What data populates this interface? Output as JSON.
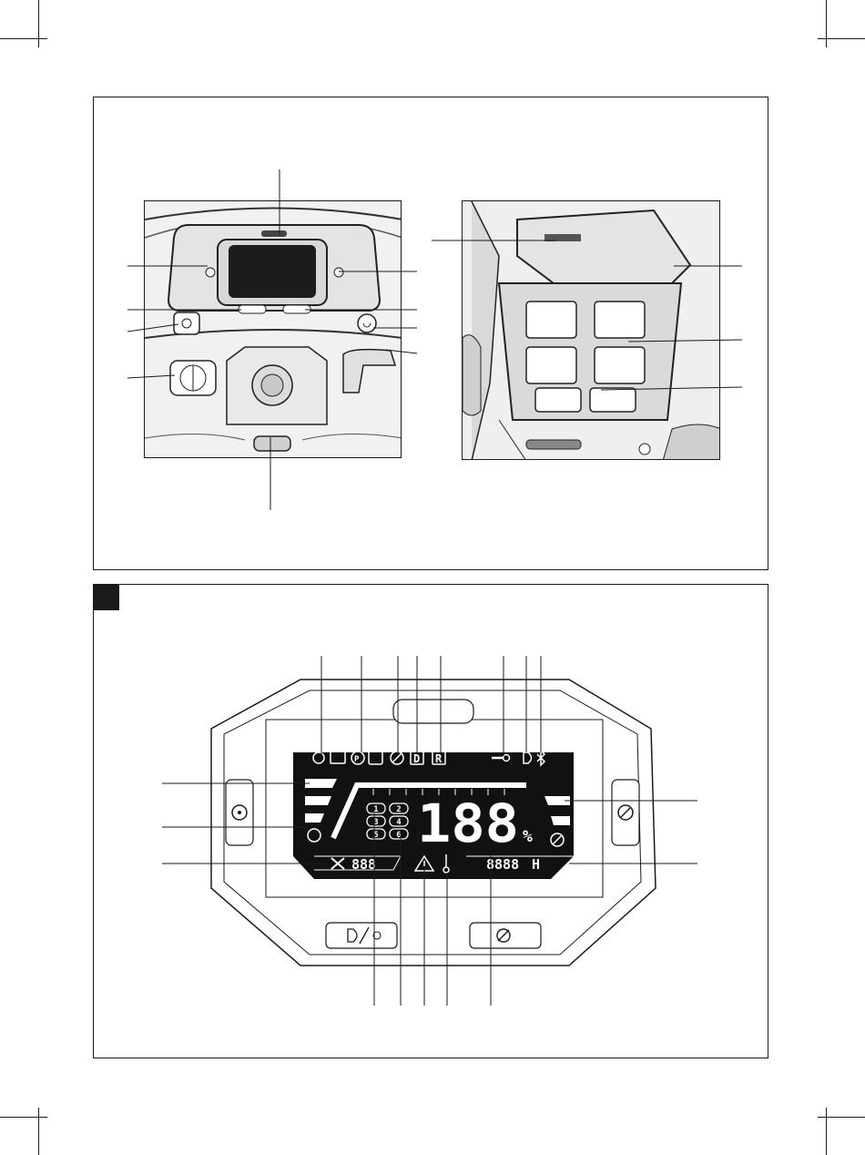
{
  "display": {
    "speed_value": "188",
    "speed_unit": "%",
    "cutting_height_value": "888",
    "hour_meter_value": "8888",
    "hour_meter_unit": "H",
    "drive_d_label": "D",
    "drive_r_label": "R",
    "parking_label": "P",
    "gears": [
      "1",
      "2",
      "3",
      "4",
      "5",
      "6"
    ]
  },
  "icons": {
    "top_row": [
      "timer-icon",
      "pto-icon",
      "parking-brake-icon",
      "seat-sensor-icon",
      "blade-off-icon",
      "drive-forward-icon",
      "drive-reverse-icon",
      "key-icon",
      "headlight-icon",
      "bluetooth-icon"
    ],
    "bottom_row": [
      "fan-icon",
      "warning-icon",
      "temperature-icon"
    ],
    "side_buttons": [
      "cruise-button",
      "blade-stop-button",
      "headlight-button",
      "blade-menu-button"
    ]
  },
  "colors": {
    "line": "#1a1a1a",
    "lcd_background": "#111111",
    "lcd_segment": "#ffffff",
    "badge": "#1a1a1a"
  }
}
